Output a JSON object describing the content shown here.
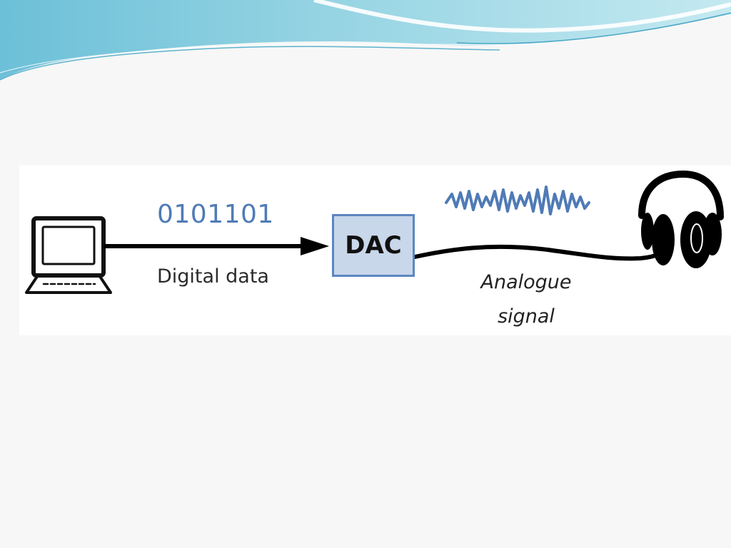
{
  "diagram": {
    "binary_value": "0101101",
    "digital_label": "Digital data",
    "dac_label": "DAC",
    "analog_label_line1": "Analogue",
    "analog_label_line2": "signal"
  },
  "icons": {
    "source": "computer-icon",
    "sink": "headphones-icon",
    "wave": "wave-icon"
  },
  "colors": {
    "accent_blue": "#4f7bb6",
    "dac_fill": "#c9d7ea",
    "dac_border": "#5b87c0",
    "banner_teal": "#8fd0e0"
  }
}
